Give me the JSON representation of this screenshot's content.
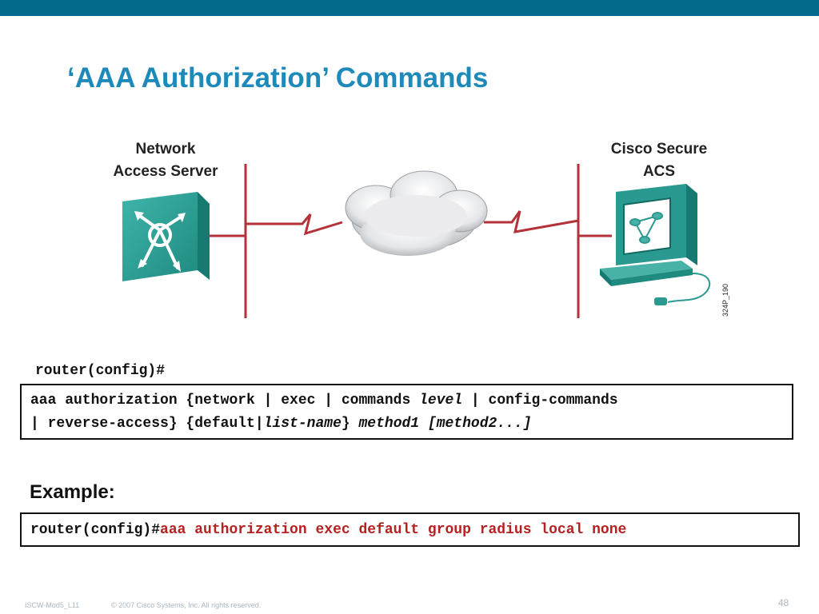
{
  "colors": {
    "header_bar": "#036a8d",
    "title": "#1e8ab9",
    "line": "#b5313a",
    "device_teal": "#2a9990",
    "command_red": "#b52020"
  },
  "slide": {
    "title": "‘AAA Authorization’ Commands"
  },
  "diagram": {
    "left_label_line1": "Network",
    "left_label_line2": "Access Server",
    "right_label_line1": "Cisco Secure",
    "right_label_line2": "ACS",
    "figure_code": "324P_190",
    "left_icon": "network-access-server-icon",
    "right_icon": "acs-workstation-icon",
    "center_icon": "cloud-icon"
  },
  "syntax": {
    "prompt": "router(config)#",
    "line1": [
      {
        "text": "aaa authorization {network | exec | commands ",
        "style": "normal"
      },
      {
        "text": "level",
        "style": "italic"
      },
      {
        "text": " | config-commands",
        "style": "normal"
      }
    ],
    "line2": [
      {
        "text": "| reverse-access} {default|",
        "style": "normal"
      },
      {
        "text": "list-name",
        "style": "italic"
      },
      {
        "text": "} ",
        "style": "normal"
      },
      {
        "text": "method1 [method2...]",
        "style": "italic"
      }
    ]
  },
  "example": {
    "heading": "Example:",
    "prompt": "router(config)#",
    "command": "aaa authorization exec default group radius local none"
  },
  "footer": {
    "course": "ISCW-Mod5_L11",
    "copyright": "© 2007 Cisco Systems, Inc. All rights reserved.",
    "page": "48"
  }
}
